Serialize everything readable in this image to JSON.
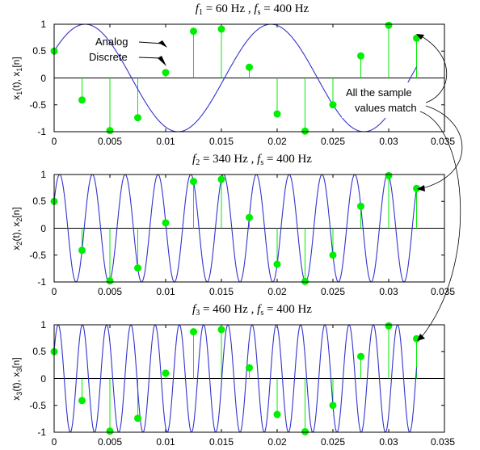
{
  "chart_data": [
    {
      "type": "line",
      "title": {
        "f_label": "f",
        "f_sub": "1",
        "f_value": " = 60 Hz ,",
        "fs_label": "f",
        "fs_sub": "s",
        "fs_value": " =  400 Hz"
      },
      "ylabel": {
        "main": "x",
        "sub1": "1",
        "mid": "(t), x",
        "sub2": "1",
        "end": "[n]"
      },
      "f_hz": 60,
      "fs_hz": 400,
      "xlim": [
        0,
        0.035
      ],
      "ylim": [
        -1,
        1
      ],
      "xticks": [
        "0",
        "0.005",
        "0.01",
        "0.015",
        "0.02",
        "0.025",
        "0.03",
        "0.035"
      ],
      "yticks": [
        "1",
        "0.5",
        "0",
        "-0.5",
        "-1"
      ],
      "n": [
        0,
        1,
        2,
        3,
        4,
        5,
        6,
        7,
        8,
        9,
        10,
        11,
        12,
        13
      ],
      "samples": [
        0.5,
        -0.41,
        -0.98,
        -0.74,
        0.1,
        0.87,
        0.91,
        0.2,
        -0.67,
        -0.99,
        -0.5,
        0.41,
        0.98,
        0.74
      ],
      "annotations": {
        "analog": "Analog",
        "discrete": "Discrete",
        "note_line1": "All the sample",
        "note_line2": "values match"
      }
    },
    {
      "type": "line",
      "title": {
        "f_label": "f",
        "f_sub": "2",
        "f_value": " = 340 Hz ,",
        "fs_label": "f",
        "fs_sub": "s",
        "fs_value": " =  400 Hz"
      },
      "ylabel": {
        "main": "x",
        "sub1": "2",
        "mid": "(t), x",
        "sub2": "2",
        "end": "[n]"
      },
      "f_hz": 340,
      "fs_hz": 400,
      "xlim": [
        0,
        0.035
      ],
      "ylim": [
        -1,
        1
      ],
      "xticks": [
        "0",
        "0.005",
        "0.01",
        "0.015",
        "0.02",
        "0.025",
        "0.03",
        "0.035"
      ],
      "yticks": [
        "1",
        "0.5",
        "0",
        "-0.5",
        "-1"
      ],
      "n": [
        0,
        1,
        2,
        3,
        4,
        5,
        6,
        7,
        8,
        9,
        10,
        11,
        12,
        13
      ],
      "samples": [
        0.5,
        -0.41,
        -0.98,
        -0.74,
        0.1,
        0.87,
        0.91,
        0.2,
        -0.67,
        -0.99,
        -0.5,
        0.41,
        0.98,
        0.74
      ]
    },
    {
      "type": "line",
      "title": {
        "f_label": "f",
        "f_sub": "3",
        "f_value": " = 460 Hz ,",
        "fs_label": "f",
        "fs_sub": "s",
        "fs_value": " =  400 Hz"
      },
      "ylabel": {
        "main": "x",
        "sub1": "3",
        "mid": "(t), x",
        "sub2": "3",
        "end": "[n]"
      },
      "f_hz": 460,
      "fs_hz": 400,
      "xlim": [
        0,
        0.035
      ],
      "ylim": [
        -1,
        1
      ],
      "xticks": [
        "0",
        "0.005",
        "0.01",
        "0.015",
        "0.02",
        "0.025",
        "0.03",
        "0.035"
      ],
      "yticks": [
        "1",
        "0.5",
        "0",
        "-0.5",
        "-1"
      ],
      "n": [
        0,
        1,
        2,
        3,
        4,
        5,
        6,
        7,
        8,
        9,
        10,
        11,
        12,
        13
      ],
      "samples": [
        0.5,
        -0.41,
        -0.98,
        -0.74,
        0.1,
        0.87,
        0.91,
        0.2,
        -0.67,
        -0.99,
        -0.5,
        0.41,
        0.98,
        0.74
      ]
    }
  ],
  "colors": {
    "analog": "#3333cc",
    "discrete": "#00ee00",
    "axes": "#000000",
    "background": "#ffffff"
  }
}
